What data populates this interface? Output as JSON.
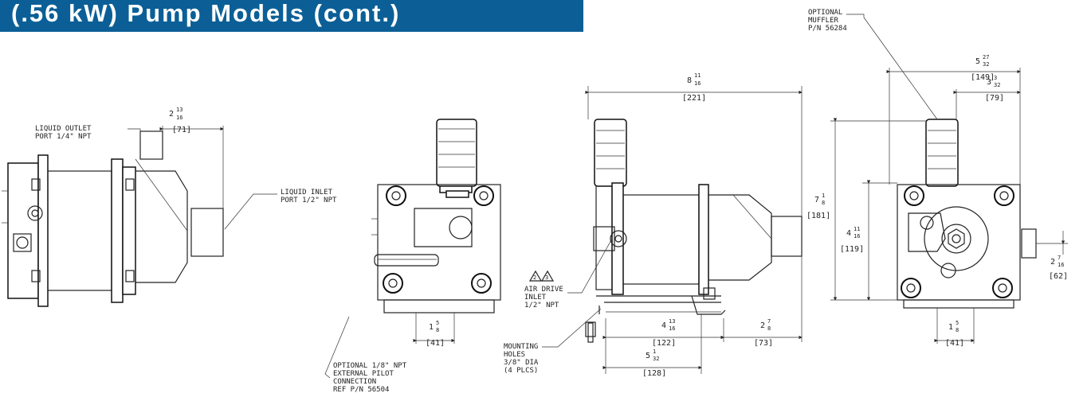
{
  "header": {
    "title": "(.56 kW) Pump Models (cont.)"
  },
  "labels": {
    "liquid_outlet": [
      "LIQUID OUTLET",
      "PORT 1/4\" NPT"
    ],
    "liquid_inlet": [
      "LIQUID INLET",
      "PORT 1/2\" NPT"
    ],
    "pilot": [
      "OPTIONAL 1/8\" NPT",
      "EXTERNAL PILOT",
      "CONNECTION",
      "REF P/N 56504"
    ],
    "air_drive": [
      "AIR DRIVE",
      "INLET",
      "1/2\" NPT"
    ],
    "mounting": [
      "MOUNTING",
      "HOLES",
      "3/8\" DIA",
      "(4 PLCS)"
    ],
    "muffler": [
      "OPTIONAL",
      "MUFFLER",
      "P/N 56284"
    ],
    "notes": [
      "2",
      "3"
    ]
  },
  "dims": {
    "d1": {
      "whole": "2",
      "num": "13",
      "den": "16",
      "mm": "[71]"
    },
    "d2": {
      "whole": "1",
      "num": "5",
      "den": "8",
      "mm": "[41]"
    },
    "d3": {
      "whole": "8",
      "num": "11",
      "den": "16",
      "mm": "[221]"
    },
    "d4": {
      "whole": "4",
      "num": "13",
      "den": "16",
      "mm": "[122]"
    },
    "d5": {
      "whole": "2",
      "num": "7",
      "den": "8",
      "mm": "[73]"
    },
    "d6": {
      "whole": "5",
      "num": "1",
      "den": "32",
      "mm": "[128]"
    },
    "d7": {
      "whole": "5",
      "num": "27",
      "den": "32",
      "mm": "[149]"
    },
    "d8": {
      "whole": "3",
      "num": "3",
      "den": "32",
      "mm": "[79]"
    },
    "d9": {
      "whole": "7",
      "num": "1",
      "den": "8",
      "mm": "[181]"
    },
    "d10": {
      "whole": "4",
      "num": "11",
      "den": "16",
      "mm": "[119]"
    },
    "d11": {
      "whole": "2",
      "num": "7",
      "den": "16",
      "mm": "[62]"
    },
    "d12": {
      "whole": "1",
      "num": "5",
      "den": "8",
      "mm": "[41]"
    }
  }
}
